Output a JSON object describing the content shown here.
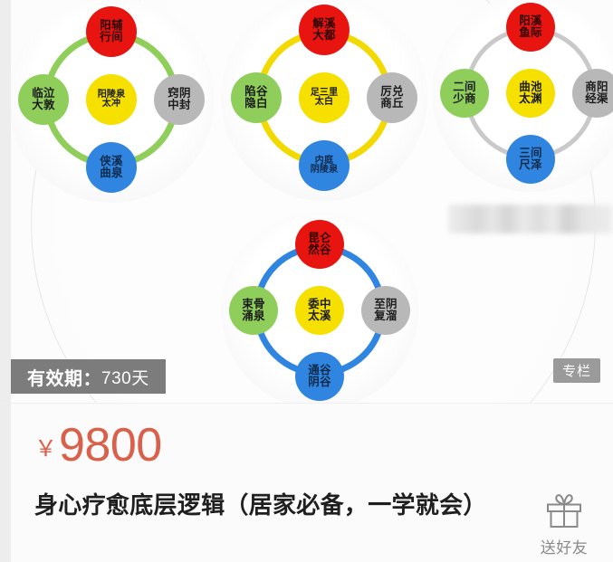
{
  "cover": {
    "watermark": {
      "name": "blurred-watermark",
      "redacted": true
    },
    "validity": {
      "label": "有效期：",
      "value": "730天"
    },
    "column_tag": "专栏",
    "diagrams": [
      {
        "id": "gallbladder-liver",
        "ring_color": "#8fce5a",
        "nodes": {
          "top": {
            "color": "red",
            "line1": "阳辅",
            "line2": "行间"
          },
          "left": {
            "color": "green",
            "line1": "临泣",
            "line2": "大敦"
          },
          "center": {
            "color": "yellow",
            "line1": "阳陵泉",
            "line2": "太冲"
          },
          "right": {
            "color": "gray",
            "line1": "窍阴",
            "line2": "中封"
          },
          "bottom": {
            "color": "blue",
            "line1": "侠溪",
            "line2": "曲泉"
          }
        }
      },
      {
        "id": "stomach-spleen",
        "ring_color": "#f2d900",
        "nodes": {
          "top": {
            "color": "red",
            "line1": "解溪",
            "line2": "大都"
          },
          "left": {
            "color": "green",
            "line1": "陷谷",
            "line2": "隐白"
          },
          "center": {
            "color": "yellow",
            "line1": "足三里",
            "line2": "太白"
          },
          "right": {
            "color": "gray",
            "line1": "厉兑",
            "line2": "商丘"
          },
          "bottom": {
            "color": "blue",
            "line1": "内庭",
            "line2": "阴陵泉"
          }
        }
      },
      {
        "id": "large-intestine-lung",
        "ring_color": "#c9c9c9",
        "nodes": {
          "top": {
            "color": "red",
            "line1": "阳溪",
            "line2": "鱼际"
          },
          "left": {
            "color": "green",
            "line1": "二间",
            "line2": "少商"
          },
          "center": {
            "color": "yellow",
            "line1": "曲池",
            "line2": "太渊"
          },
          "right": {
            "color": "gray",
            "line1": "商阳",
            "line2": "经渠"
          },
          "bottom": {
            "color": "blue",
            "line1": "三间",
            "line2": "尺泽"
          }
        }
      },
      {
        "id": "bladder-kidney",
        "ring_color": "#2f85e0",
        "nodes": {
          "top": {
            "color": "red",
            "line1": "昆仑",
            "line2": "然谷"
          },
          "left": {
            "color": "green",
            "line1": "束骨",
            "line2": "涌泉"
          },
          "center": {
            "color": "yellow",
            "line1": "委中",
            "line2": "太溪"
          },
          "right": {
            "color": "gray",
            "line1": "至阴",
            "line2": "复溜"
          },
          "bottom": {
            "color": "blue",
            "line1": "通谷",
            "line2": "阴谷"
          }
        }
      }
    ]
  },
  "info": {
    "price_symbol": "￥",
    "price_amount": "9800",
    "title": "身心疗愈底层逻辑（居家必备，一学就会）",
    "gift_label": "送好友",
    "gift_icon": "gift-icon"
  },
  "colors": {
    "price": "#d9604a",
    "badge_bg": "#6a6a6a",
    "tag_bg": "#9a9a9a",
    "node_red": "#e8140f",
    "node_green": "#8fce5a",
    "node_yellow": "#f5e000",
    "node_gray": "#b8b8b8",
    "node_blue": "#2f85e0"
  }
}
